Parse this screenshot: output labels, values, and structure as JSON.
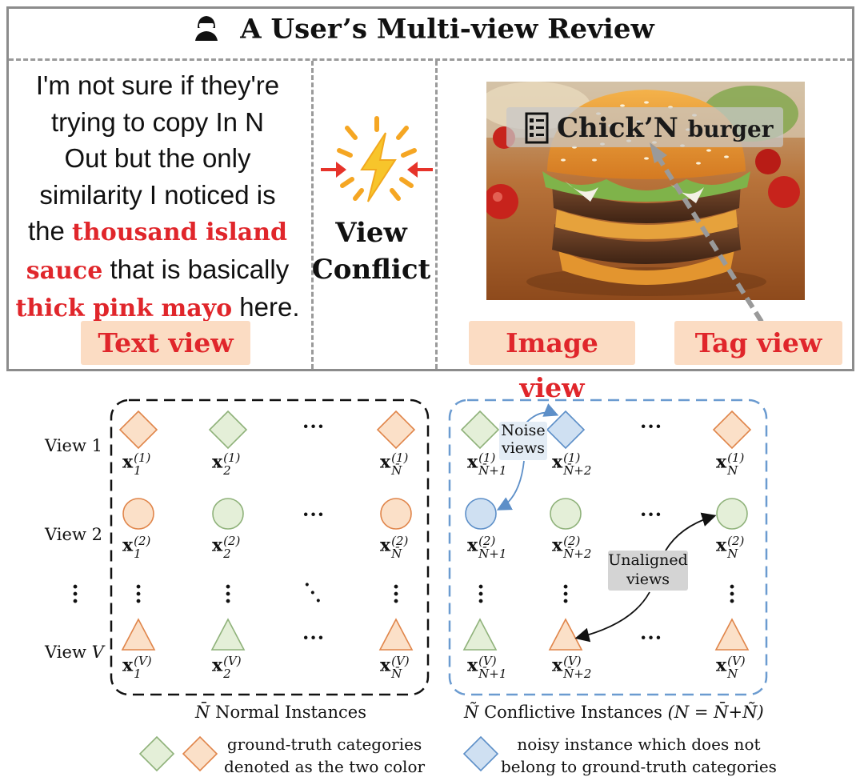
{
  "title": "A User’s Multi-view Review",
  "review": {
    "line1": "I'm not sure if they're",
    "line2": "trying to copy In N",
    "line3": "Out but the only",
    "line4": "similarity I noticed is",
    "line5_pre": "the ",
    "line5_hl": "thousand island",
    "line6_hl": "sauce",
    "line6_post": " that is basically",
    "line7_hl": "thick pink mayo",
    "line7_post": " here."
  },
  "conflict": {
    "line1": "View",
    "line2": "Conflict"
  },
  "tag": {
    "main": "Chick’N ",
    "small": "burger"
  },
  "views": {
    "text": "Text view",
    "image": "Image view",
    "tag": "Tag view"
  },
  "rows": {
    "view1": "View 1",
    "view2": "View 2",
    "viewv_prefix": "View ",
    "viewv_var": "V"
  },
  "normal_caption": "Normal Instances",
  "normal_caption_symbol": "N̄",
  "conflictive_caption": "Conflictive Instances",
  "conflictive_caption_symbol": "Ñ",
  "conflictive_caption_formula": "(N = N̄+Ñ)",
  "noise_bubble": {
    "line1": "Noise",
    "line2": "views"
  },
  "unaligned_bubble": {
    "line1": "Unaligned",
    "line2": "views"
  },
  "ellipsis": "···",
  "legend": {
    "gt_line1": "ground-truth categories",
    "gt_line2": "denoted as the two color",
    "noisy_line1": "noisy instance which does not",
    "noisy_line2": "belong to ground-truth categories"
  },
  "symbols": {
    "normal": [
      [
        "x",
        "1",
        "(1)"
      ],
      [
        "x",
        "2",
        "(1)"
      ],
      [
        "x",
        "N̄",
        "(1)"
      ],
      [
        "x",
        "1",
        "(2)"
      ],
      [
        "x",
        "2",
        "(2)"
      ],
      [
        "x",
        "N̄",
        "(2)"
      ],
      [
        "x",
        "1",
        "(V)"
      ],
      [
        "x",
        "2",
        "(V)"
      ],
      [
        "x",
        "N̄",
        "(V)"
      ]
    ],
    "conflictive": [
      [
        "x",
        "N̄+1",
        "(1)"
      ],
      [
        "x",
        "N̄+2",
        "(1)"
      ],
      [
        "x",
        "N",
        "(1)"
      ],
      [
        "x",
        "N̄+1",
        "(2)"
      ],
      [
        "x",
        "N̄+2",
        "(2)"
      ],
      [
        "x",
        "N",
        "(2)"
      ],
      [
        "x",
        "N̄+1",
        "(V)"
      ],
      [
        "x",
        "N̄+2",
        "(V)"
      ],
      [
        "x",
        "N",
        "(V)"
      ]
    ]
  },
  "colors": {
    "orange_fill": "#fbe0c8",
    "orange_stroke": "#e0854a",
    "green_fill": "#e4efd8",
    "green_stroke": "#8fb27a",
    "blue_fill": "#cfe0f2",
    "blue_stroke": "#5d8fc8",
    "highlight_red": "#e0262b",
    "label_bg": "#fbdcc3"
  },
  "icons": [
    "user-icon",
    "lightning-icon",
    "checklist-icon"
  ]
}
